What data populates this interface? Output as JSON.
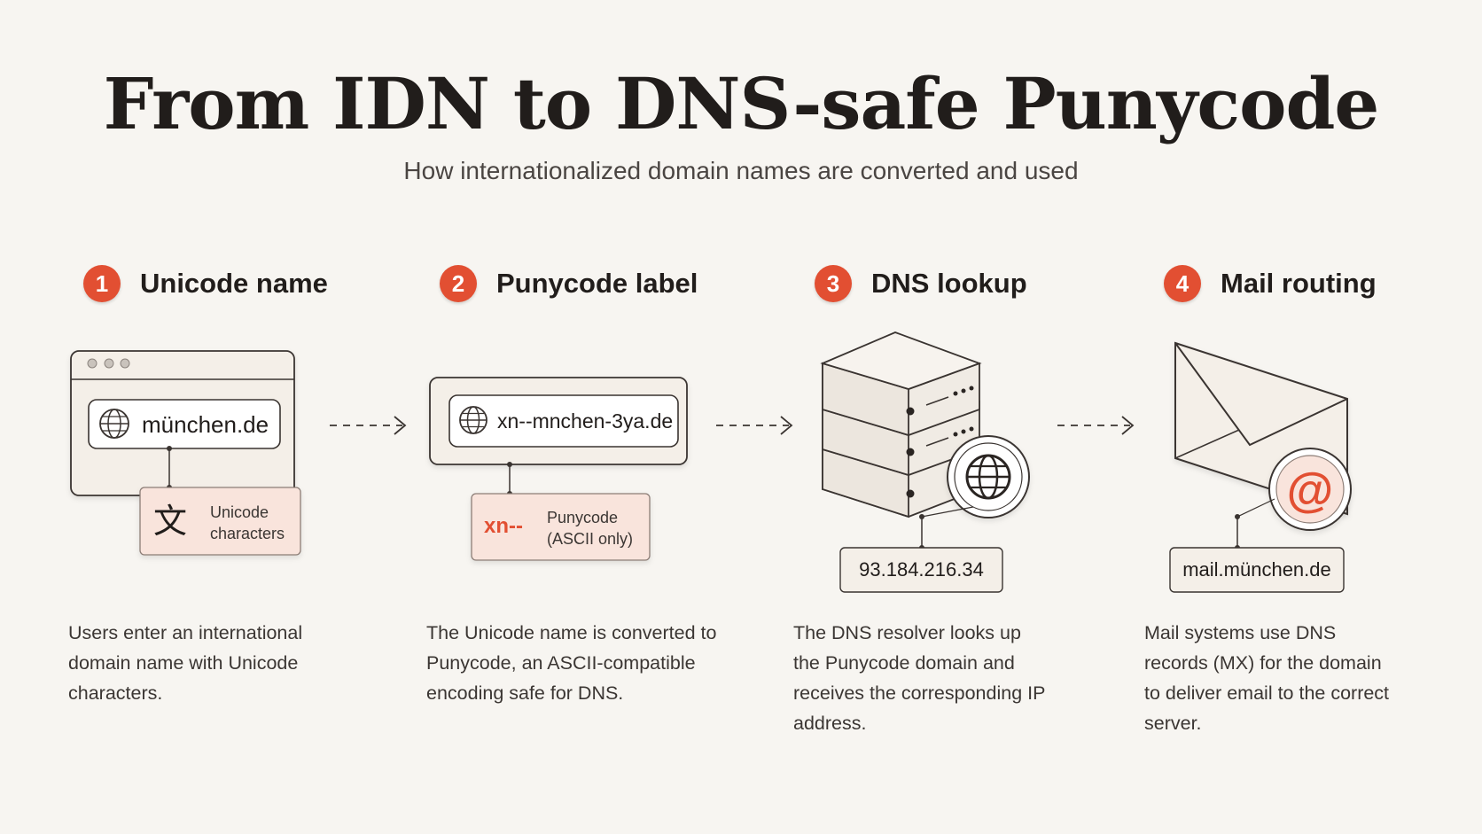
{
  "header": {
    "title": "From IDN to DNS-safe Punycode",
    "subtitle": "How internationalized domain names are converted and used"
  },
  "steps": [
    {
      "number": "1",
      "title": "Unicode name",
      "url_text": "münchen.de",
      "note_glyph": "文",
      "note_line1": "Unicode",
      "note_line2": "characters",
      "description": "Users enter an international domain name with Unicode characters."
    },
    {
      "number": "2",
      "title": "Punycode label",
      "url_text": "xn--mnchen-3ya.de",
      "note_prefix": "xn--",
      "note_line1": "Punycode",
      "note_line2": "(ASCII only)",
      "description": "The Unicode name is converted to Punycode, an ASCII-compatible encoding safe for DNS."
    },
    {
      "number": "3",
      "title": "DNS lookup",
      "ip_address": "93.184.216.34",
      "description": "The DNS resolver looks up the Punycode domain and receives the corresponding IP address."
    },
    {
      "number": "4",
      "title": "Mail routing",
      "at_symbol": "@",
      "mail_host": "mail.münchen.de",
      "description": "Mail systems use DNS records (MX) for the domain to deliver email to the correct server."
    }
  ],
  "colors": {
    "accent": "#e24f32",
    "note_fill": "#f9e4dc",
    "card_fill": "#f4efe8",
    "line": "#3a3431",
    "background": "#f7f5f1"
  },
  "icons": [
    "globe-icon",
    "cjk-character-icon",
    "server-stack-icon",
    "envelope-icon",
    "at-icon",
    "arrow-right-icon"
  ]
}
